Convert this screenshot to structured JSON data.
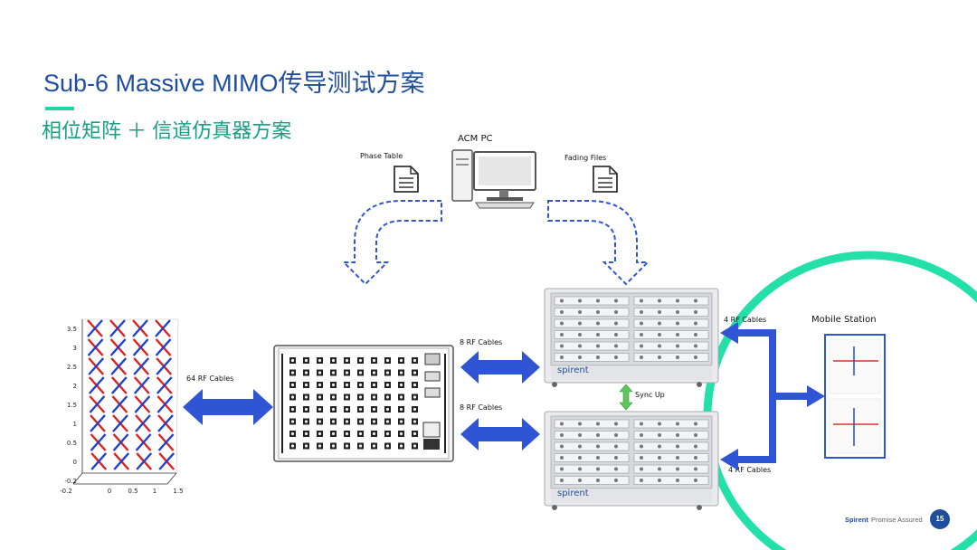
{
  "slide": {
    "title": "Sub-6 Massive MIMO传导测试方案",
    "subtitle": "相位矩阵 ＋ 信道仿真器方案"
  },
  "labels": {
    "acm_pc": "ACM PC",
    "phase_table": "Phase Table",
    "fading_files": "Fading Files",
    "rf64": "64 RF Cables",
    "rf8_top": "8 RF Cables",
    "rf8_bottom": "8 RF Cables",
    "rf4_top": "4 RF Cables",
    "rf4_bottom": "4 RF Cables",
    "sync_up": "Sync Up",
    "mobile_station": "Mobile Station",
    "emulator_brand": "spirent"
  },
  "plot": {
    "y_ticks": [
      "3.5",
      "3",
      "2.5",
      "2",
      "1.5",
      "1",
      "0.5",
      "0",
      "-0.2"
    ],
    "x_ticks": [
      "-0.2",
      "0",
      "0.5",
      "1",
      "1.5"
    ]
  },
  "footer": {
    "brand": "Spirent",
    "tagline": "Promise Assured",
    "page": "15"
  },
  "colors": {
    "title": "#1f4e9e",
    "subtitle": "#16a085",
    "accent": "#22d3a6",
    "arrow_blue": "#2f55d4",
    "dashed_blue": "#2f55d4",
    "sync_green": "#5cc85c"
  }
}
